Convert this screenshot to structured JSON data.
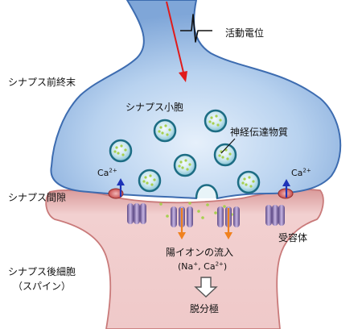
{
  "labels": {
    "action_potential": "活動電位",
    "presynaptic_terminal": "シナプス前終末",
    "synaptic_vesicle": "シナプス小胞",
    "neurotransmitter": "神経伝達物質",
    "synaptic_cleft": "シナプス間隙",
    "calcium_left": "Ca",
    "calcium_right": "Ca",
    "calcium_charge": "2+",
    "receptor": "受容体",
    "cation_influx": "陽イオンの流入",
    "ions_open": "(Na",
    "ions_na_charge": "+",
    "ions_mid": ", Ca",
    "ions_ca_charge": "2+",
    "ions_close": ")",
    "postsynaptic_cell": "シナプス後細胞",
    "spine": "（スパイン）",
    "depolarization": "脱分極"
  },
  "colors": {
    "presynaptic_fill": "#a9c8ec",
    "presynaptic_edge": "#3d6cb0",
    "postsynaptic_fill": "#eabcbc",
    "postsynaptic_edge": "#c97a7a",
    "vesicle_edge": "#1d6d84",
    "transmitter": "#a7d04f",
    "receptor": "#8a73ad",
    "action_potential_arrow": "#e01b1b",
    "calcium_arrow": "#1d33b8",
    "ion_arrow": "#f0811e"
  }
}
